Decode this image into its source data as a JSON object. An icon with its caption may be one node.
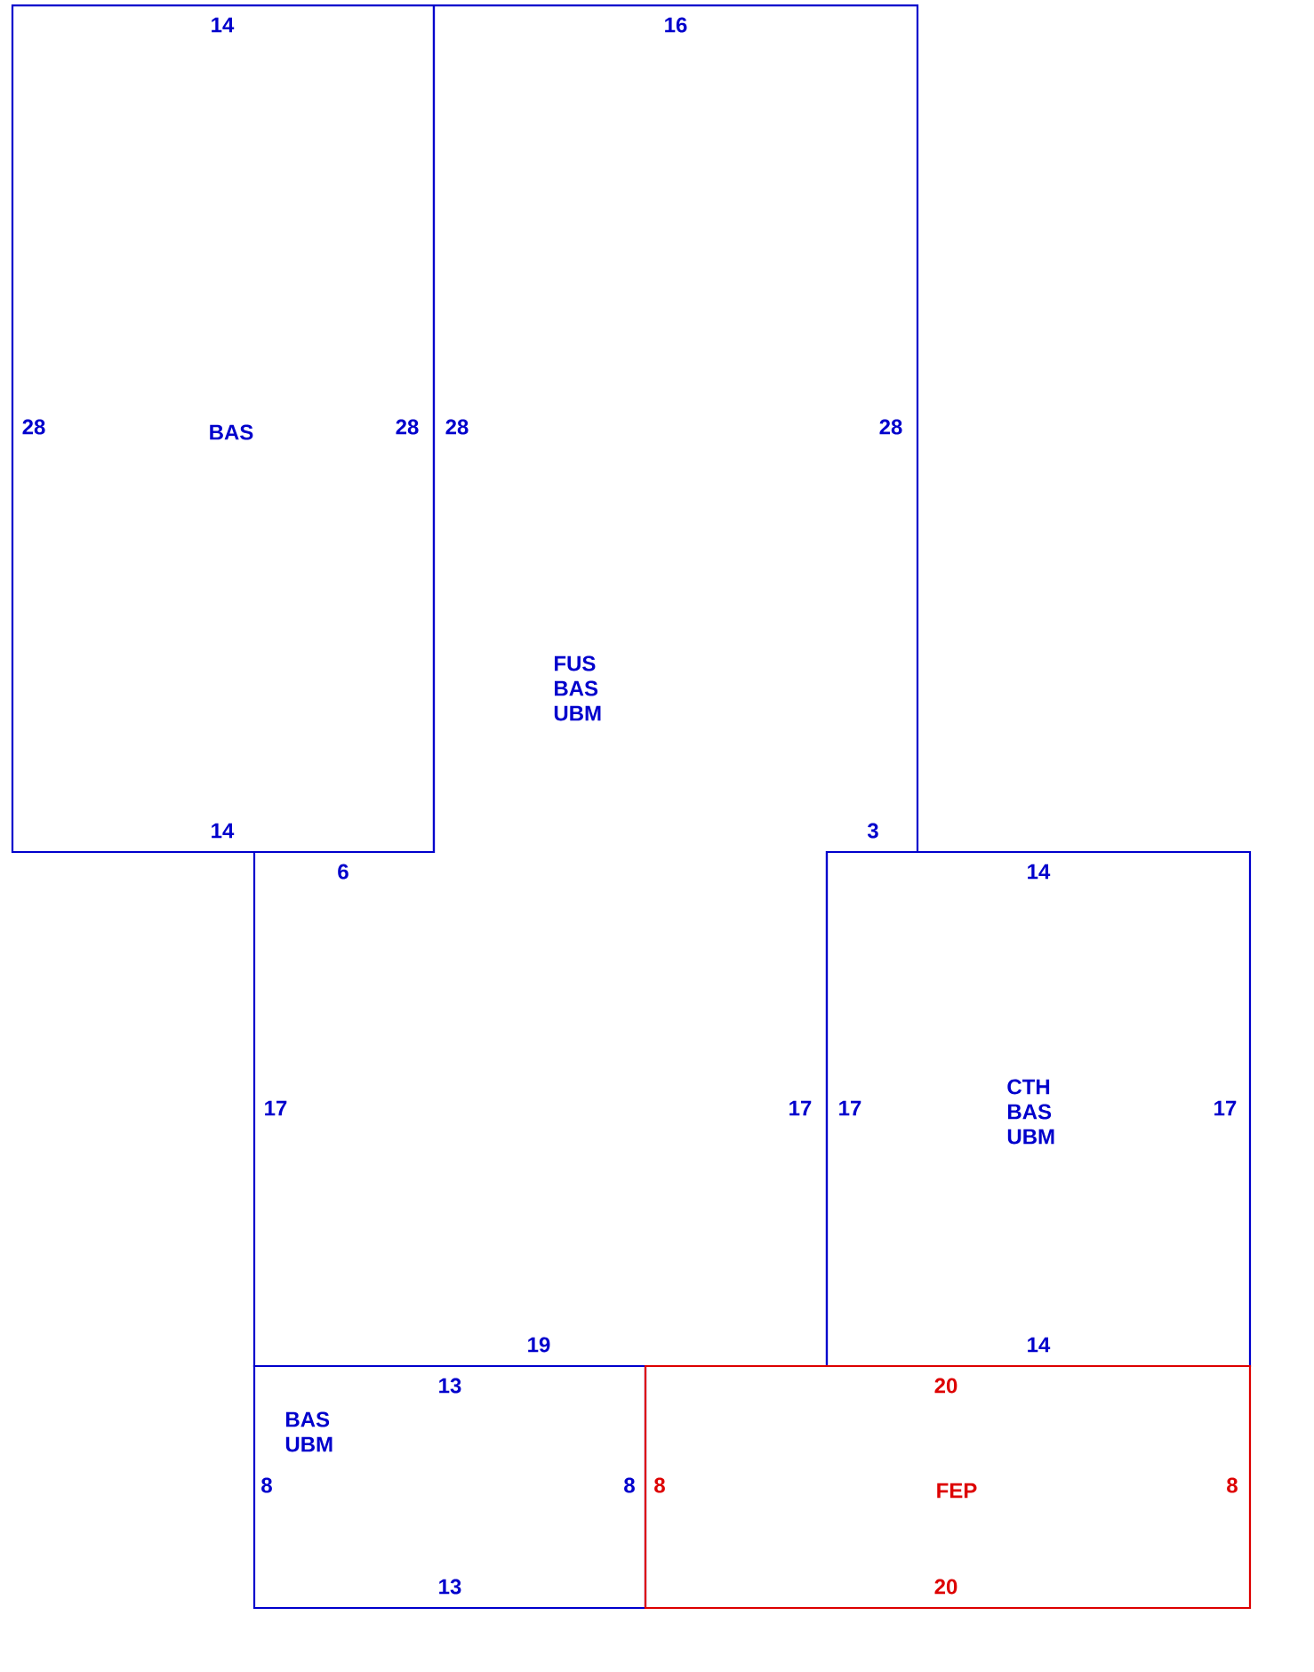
{
  "diagram": {
    "nodes": [
      {
        "text": [
          "BAS"
        ]
      },
      {
        "text": [
          "FUS BAS UBM"
        ]
      },
      {
        "text": [
          "CTH BAS UBM"
        ]
      },
      {
        "text": [
          "BAS UBM"
        ]
      },
      {
        "text": [
          "FEP"
        ]
      }
    ],
    "labels": [
      "14",
      "16",
      "28",
      "28",
      "28",
      "28",
      "14",
      "3",
      "6",
      "14",
      "17",
      "17",
      "17",
      "17",
      "19",
      "14",
      "13",
      "20",
      "8",
      "8",
      "8",
      "8",
      "13",
      "20"
    ]
  }
}
